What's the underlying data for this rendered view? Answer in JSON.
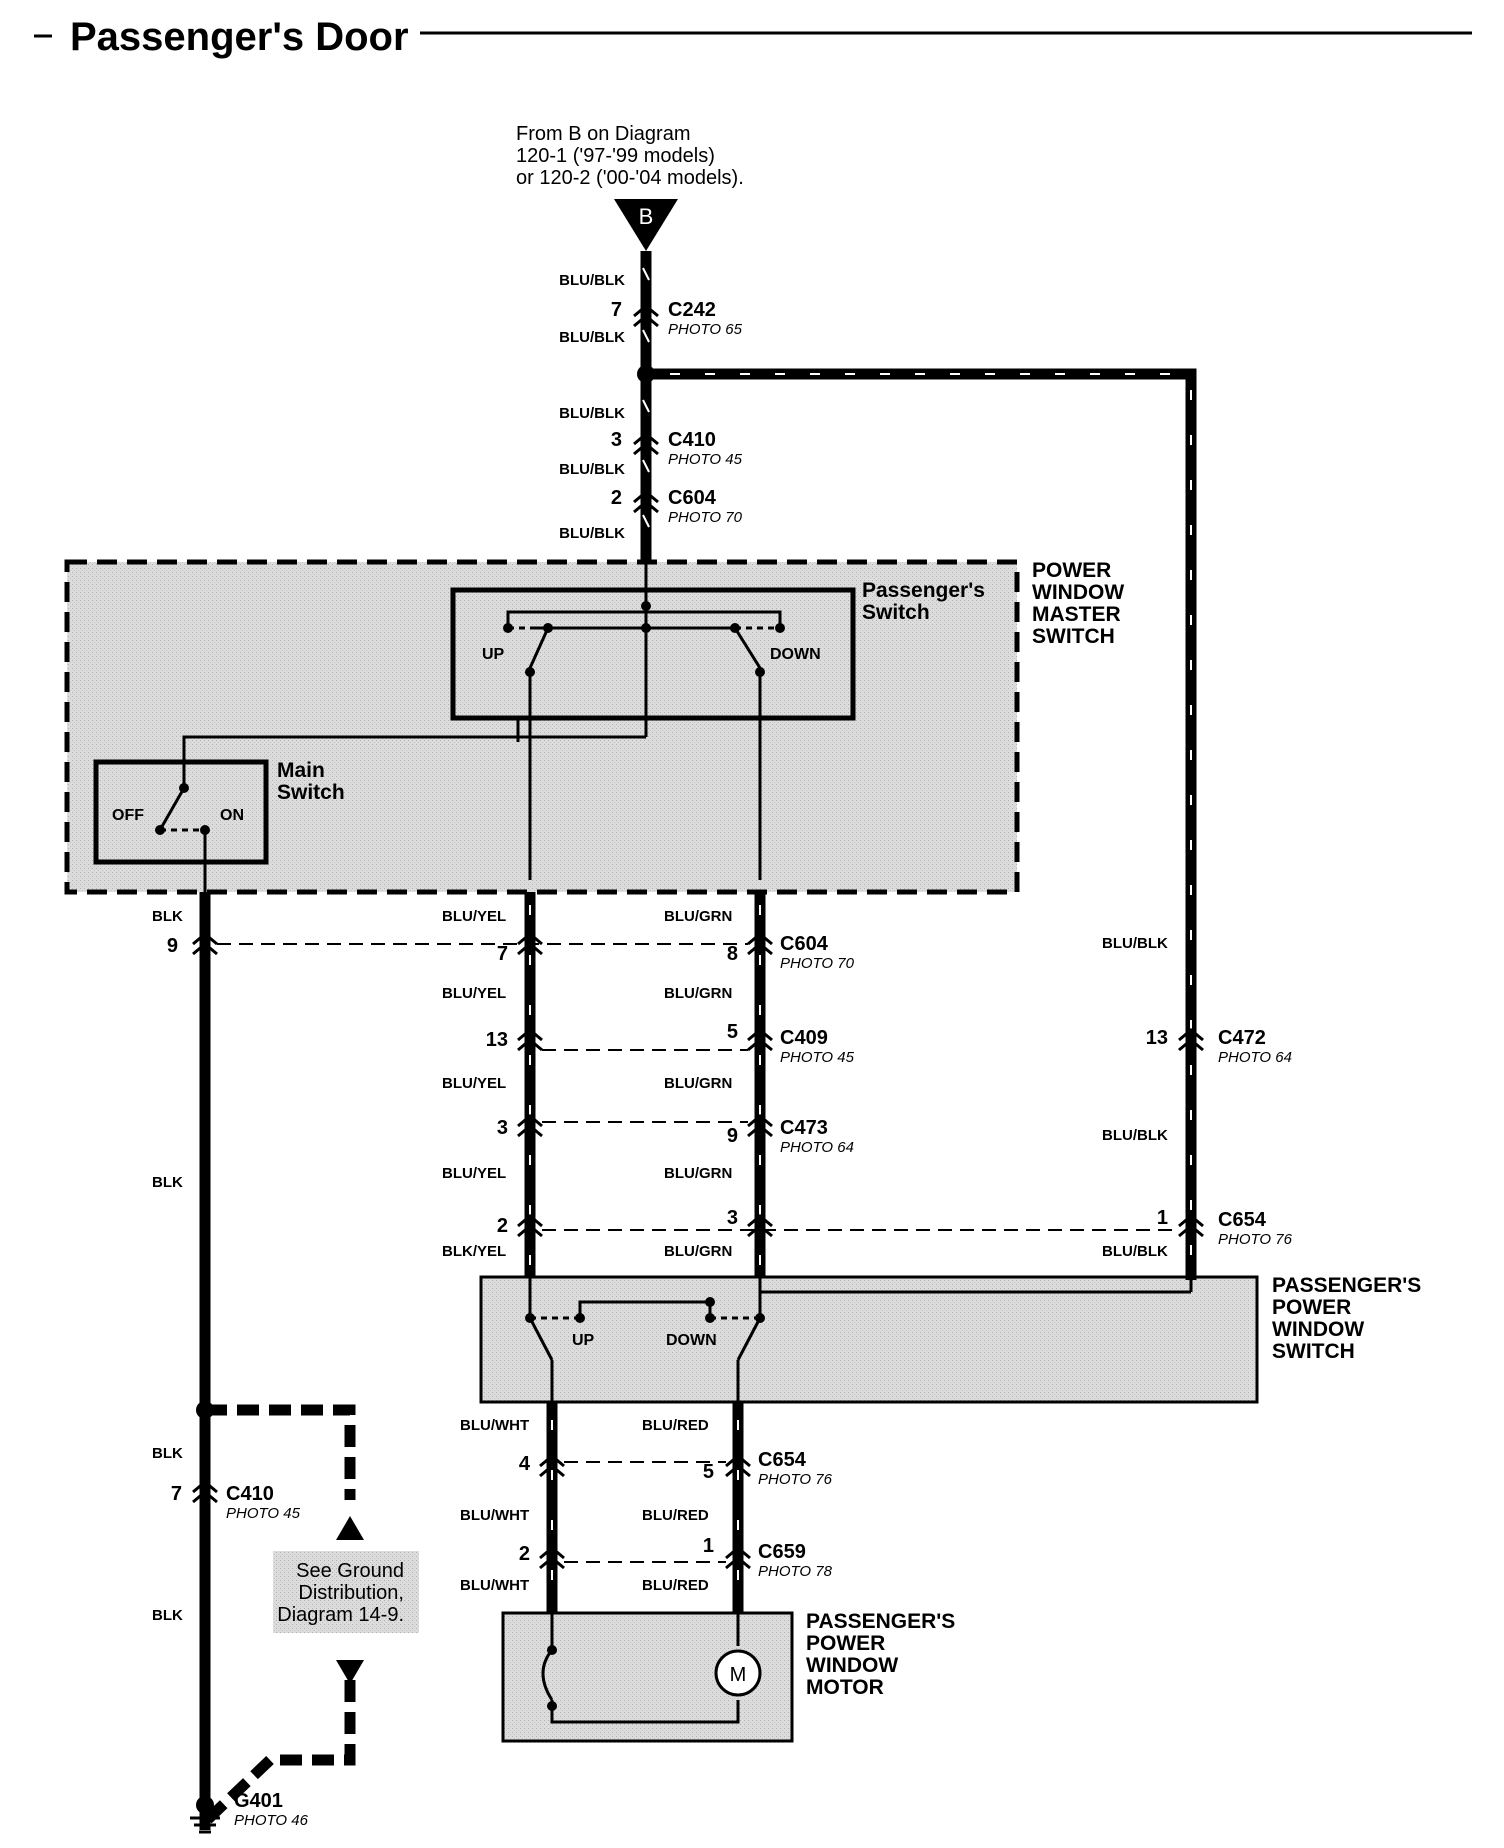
{
  "title": "Passenger's Door",
  "source_note": [
    "From B on Diagram",
    "120-1 ('97-'99 models)",
    "or 120-2 ('00-'04 models)."
  ],
  "source_tag": "B",
  "wire_colors": {
    "blu_blk": "BLU/BLK",
    "blu_yel": "BLU/YEL",
    "blu_grn": "BLU/GRN",
    "blk": "BLK",
    "blk_yel": "BLK/YEL",
    "blu_wht": "BLU/WHT",
    "blu_red": "BLU/RED"
  },
  "connectors": {
    "c242": {
      "name": "C242",
      "photo": "PHOTO 65",
      "pin": "7"
    },
    "c410_top": {
      "name": "C410",
      "photo": "PHOTO 45",
      "pin": "3"
    },
    "c604_top": {
      "name": "C604",
      "photo": "PHOTO 70",
      "pin": "2"
    },
    "c604": {
      "name": "C604",
      "photo": "PHOTO 70",
      "pins": [
        "9",
        "7",
        "8"
      ]
    },
    "c409": {
      "name": "C409",
      "photo": "PHOTO 45",
      "pins": [
        "13",
        "5"
      ]
    },
    "c473": {
      "name": "C473",
      "photo": "PHOTO 64",
      "pins": [
        "3",
        "9"
      ]
    },
    "c472": {
      "name": "C472",
      "photo": "PHOTO 64",
      "pin": "13"
    },
    "c654": {
      "name": "C654",
      "photo": "PHOTO 76",
      "pins": [
        "2",
        "3",
        "1"
      ]
    },
    "c654_low": {
      "name": "C654",
      "photo": "PHOTO 76",
      "pins": [
        "4",
        "5"
      ]
    },
    "c659": {
      "name": "C659",
      "photo": "PHOTO 78",
      "pins": [
        "2",
        "1"
      ]
    },
    "c410_low": {
      "name": "C410",
      "photo": "PHOTO 45",
      "pin": "7"
    },
    "g401": {
      "name": "G401",
      "photo": "PHOTO 46"
    }
  },
  "components": {
    "master_switch": [
      "POWER",
      "WINDOW",
      "MASTER",
      "SWITCH"
    ],
    "passengers_switch": [
      "Passenger's",
      "Switch"
    ],
    "main_switch": [
      "Main",
      "Switch"
    ],
    "pass_window_switch": [
      "PASSENGER'S",
      "POWER",
      "WINDOW",
      "SWITCH"
    ],
    "pass_window_motor": [
      "PASSENGER'S",
      "POWER",
      "WINDOW",
      "MOTOR"
    ]
  },
  "switch_labels": {
    "up": "UP",
    "down": "DOWN",
    "off": "OFF",
    "on": "ON",
    "motor": "M"
  },
  "ground_note": [
    "See Ground",
    "Distribution,",
    "Diagram 14-9."
  ],
  "colors": {
    "wire": "#000000",
    "shade": "#d9d9d9",
    "background": "#ffffff"
  }
}
